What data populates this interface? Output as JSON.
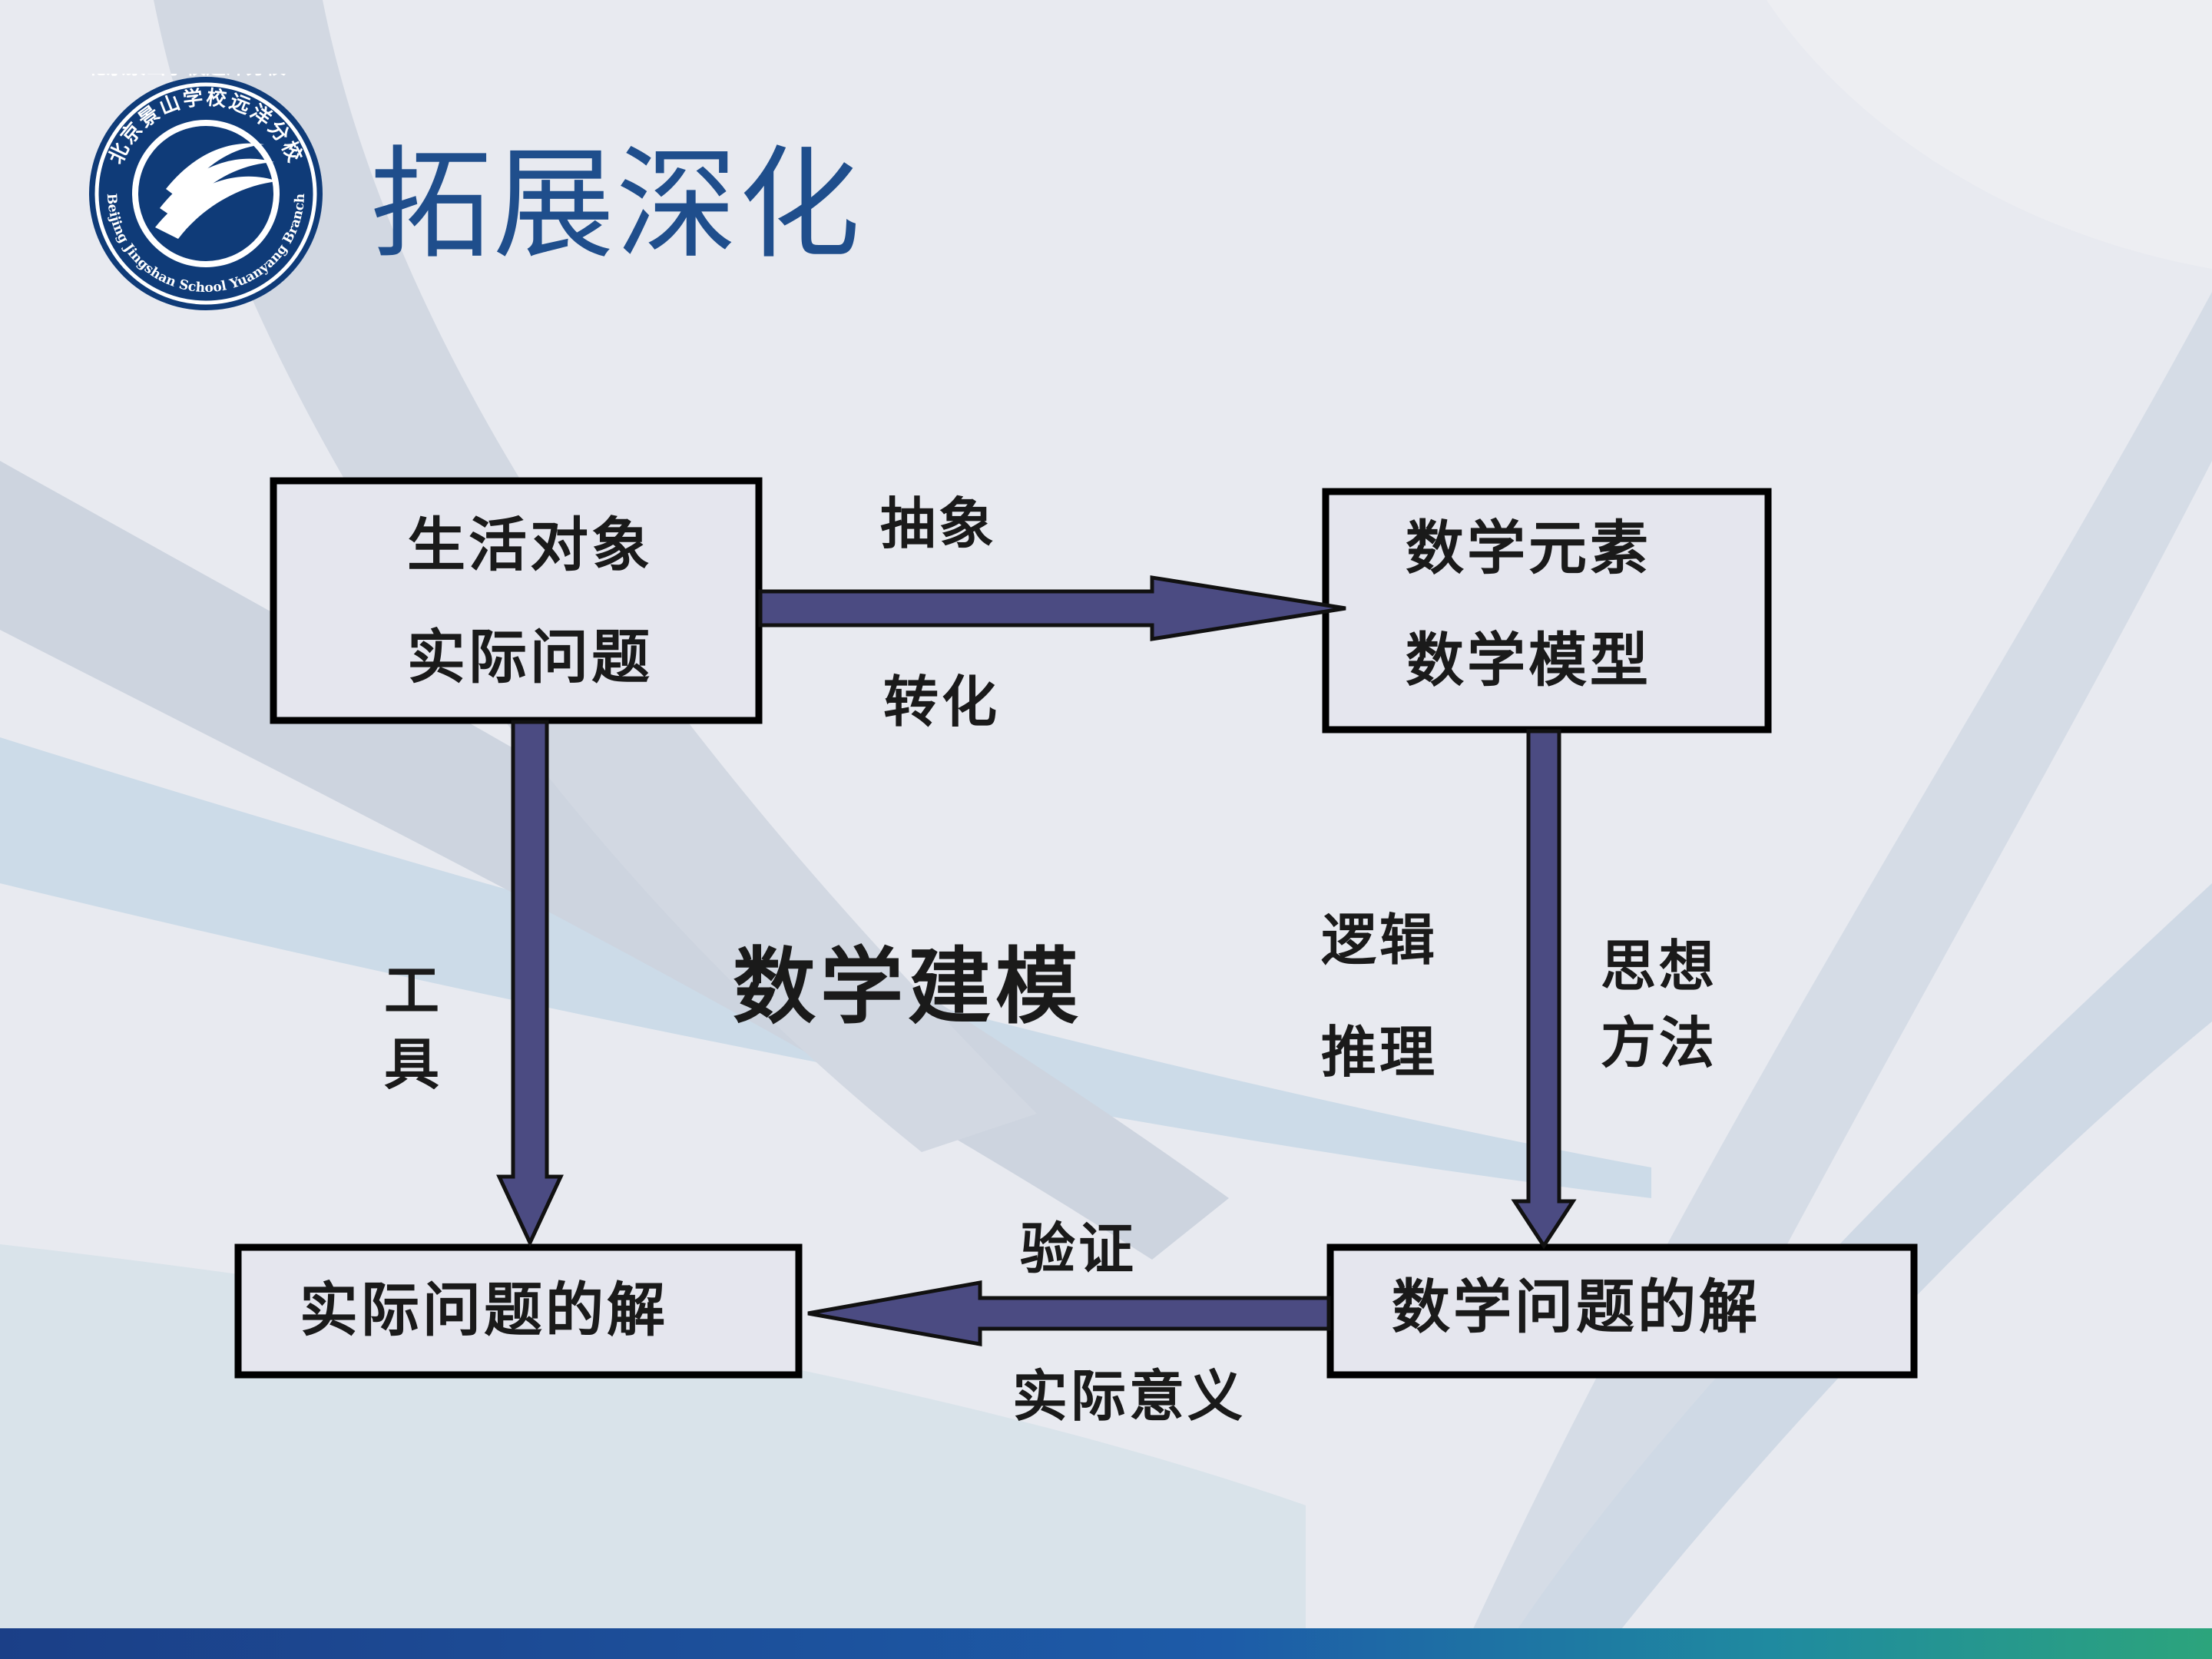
{
  "slide": {
    "title": "拓展深化",
    "logo": {
      "text_cn": "北京景山学校远洋分校",
      "text_en": "Beijing Jingshan School Yuanyang Branch"
    }
  },
  "diagram": {
    "boxes": {
      "life_object": {
        "line1": "生活对象",
        "line2": "实际问题"
      },
      "math_element": {
        "line1": "数学元素",
        "line2": "数学模型"
      },
      "real_solution": {
        "line1": "实际问题的解"
      },
      "math_solution": {
        "line1": "数学问题的解"
      }
    },
    "edges": {
      "top_above": "抽象",
      "top_below": "转化",
      "left_line1": "工",
      "left_line2": "具",
      "right_left_line1": "逻辑",
      "right_left_line2": "推理",
      "right_right_line1": "思想",
      "right_right_line2": "方法",
      "bottom_above": "验证",
      "bottom_below": "实际意义"
    },
    "center": "数学建模"
  },
  "colors": {
    "arrow_fill": "#4b4b82",
    "title": "#1f4e8c",
    "logo_navy": "#0f3b78"
  }
}
